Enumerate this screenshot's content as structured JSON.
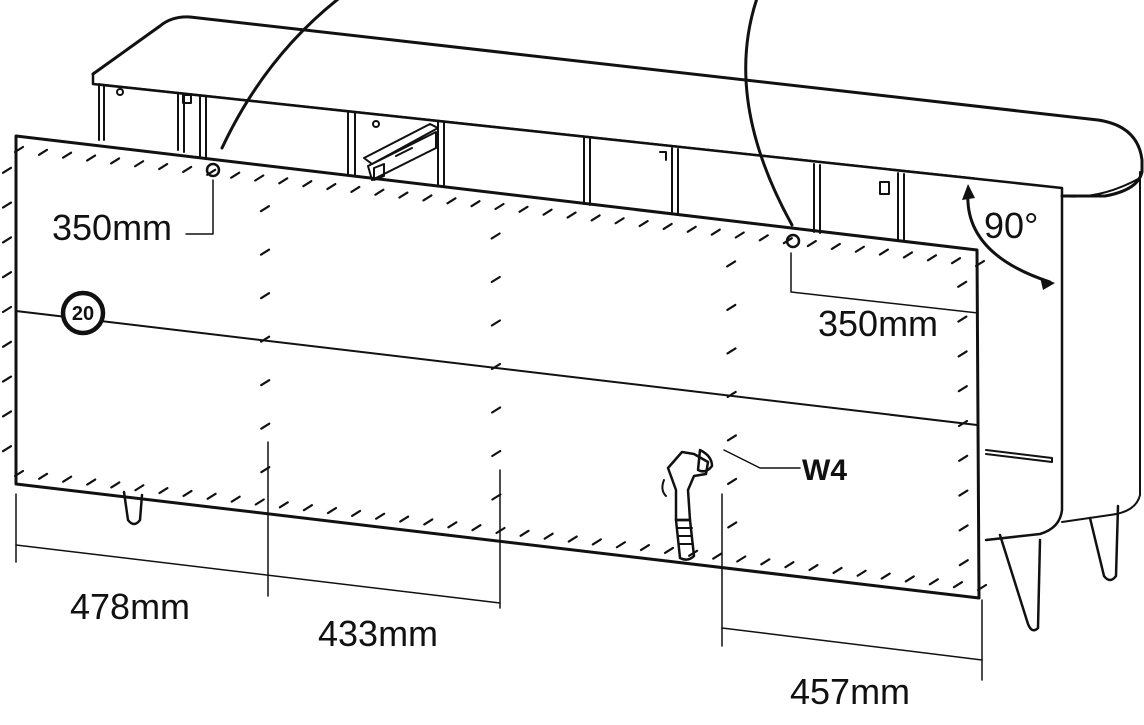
{
  "diagram": {
    "step_number": "20",
    "part_label": "W4",
    "angle_label": "90°",
    "dimensions": {
      "top_left": "350mm",
      "top_right": "350mm",
      "bottom_1": "478mm",
      "bottom_2": "433mm",
      "bottom_3": "457mm"
    }
  }
}
